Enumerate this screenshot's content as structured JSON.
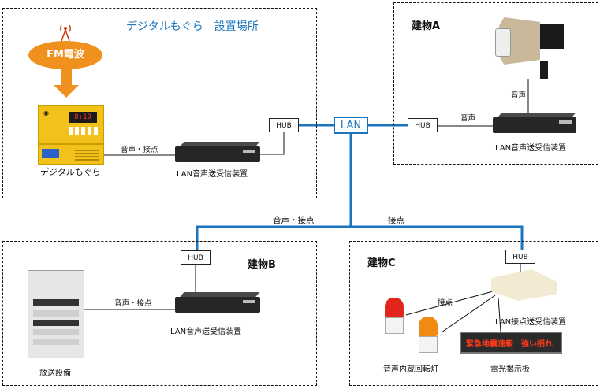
{
  "zones": {
    "main": {
      "title": "デジタルもぐら　設置場所"
    },
    "building_a": {
      "title": "建物A"
    },
    "building_b": {
      "title": "建物B"
    },
    "building_c": {
      "title": "建物C"
    }
  },
  "network": {
    "lan_label": "LAN",
    "hub_label": "HUB"
  },
  "fm": {
    "label": "FM電波"
  },
  "devices": {
    "digital_mogura": {
      "label": "デジタルもぐら",
      "display": "8:10"
    },
    "lan_unit_main": {
      "label": "LAN音声送受信装置"
    },
    "lan_unit_a": {
      "label": "LAN音声送受信装置"
    },
    "lan_unit_b": {
      "label": "LAN音声送受信装置"
    },
    "lan_contact_c": {
      "label": "LAN接点送受信装置"
    },
    "pa_system": {
      "label": "放送設備"
    },
    "rotary_lamp": {
      "label": "音声内蔵回転灯"
    },
    "led_board": {
      "label": "電光掲示板",
      "text": "緊急地震速報　強い揺れ"
    }
  },
  "links": {
    "audio_contact": "音声・接点",
    "audio": "音声",
    "contact": "接点"
  },
  "colors": {
    "lan_line": "#1b75bc",
    "fm_orange": "#f0901e",
    "mogura_yellow": "#f2c21a",
    "led_red": "#ff3a1a"
  }
}
